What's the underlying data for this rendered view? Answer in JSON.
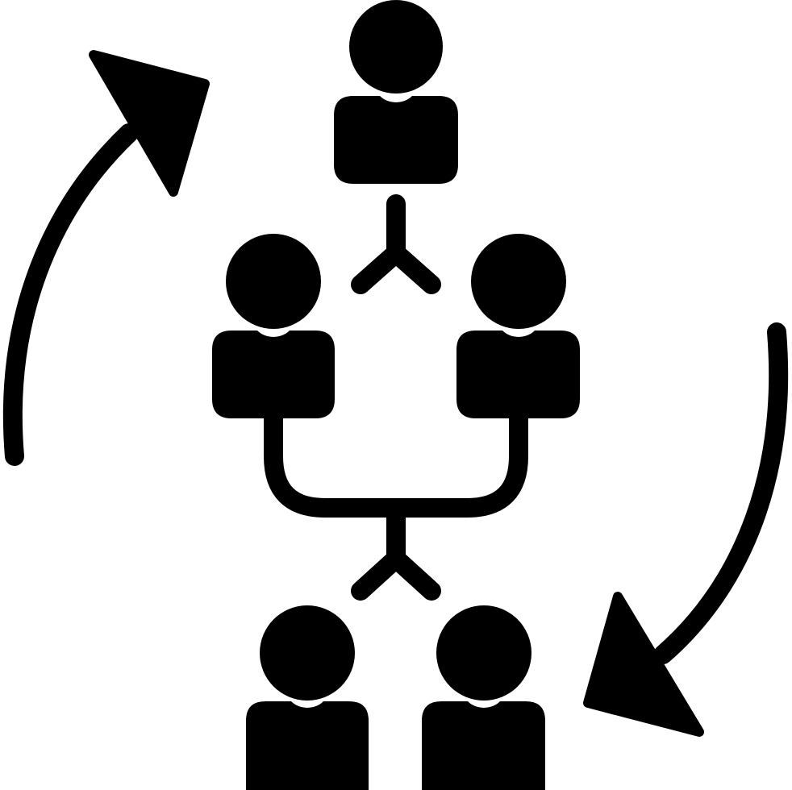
{
  "icon": {
    "name": "team-succession-cycle-icon",
    "style": "solid-glyph",
    "color": "#000000",
    "background": "#ffffff",
    "figures": {
      "top_level": 1,
      "middle_level": 2,
      "bottom_level": 2
    },
    "connectors": [
      "branch-down-icon",
      "merge-branch-icon"
    ],
    "arrows": [
      "cycle-arrow-up-right-icon",
      "cycle-arrow-down-left-icon"
    ]
  }
}
